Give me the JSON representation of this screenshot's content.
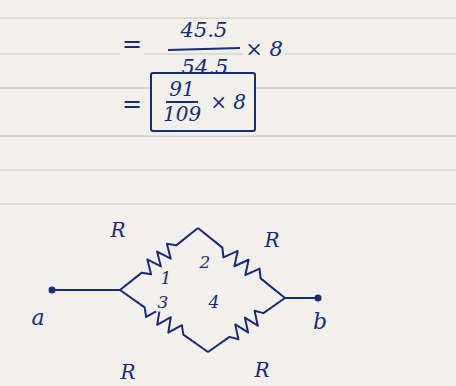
{
  "diagram": {
    "nodes": [
      {
        "text": [
          "91",
          "109",
          "× 8"
        ]
      }
    ],
    "labels": [
      "=",
      "45.5",
      "54.5",
      "× 8",
      "=",
      "R",
      "R",
      "1",
      "2",
      "a",
      "3",
      "4",
      "b",
      "R",
      "R"
    ]
  }
}
